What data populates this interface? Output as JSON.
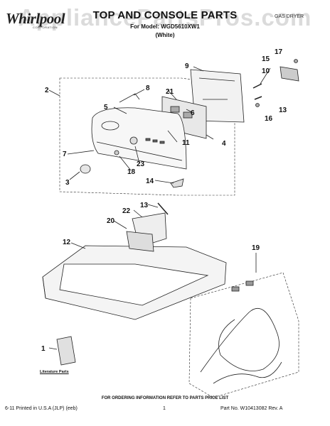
{
  "header": {
    "watermark": "AppliancePartsPros.com",
    "brand": "Whirlpool",
    "brand_sub": "CORPORATION",
    "title": "TOP AND CONSOLE PARTS",
    "model_line": "For Model: WGD5610XW1",
    "color_line": "(White)",
    "product_type": "GAS DRYER"
  },
  "callouts": [
    "1",
    "2",
    "3",
    "4",
    "5",
    "6",
    "7",
    "8",
    "9",
    "10",
    "11",
    "12",
    "13",
    "14",
    "15",
    "16",
    "17",
    "18",
    "19",
    "20",
    "21",
    "22",
    "23"
  ],
  "literature_label": "Literature Parts",
  "footer": {
    "order_note": "FOR ORDERING INFORMATION REFER TO PARTS PRICE LIST",
    "printed": "6-11 Printed in U.S.A (JLP) (eeb)",
    "page": "1",
    "part_no": "Part No. W10413082 Rev. A"
  }
}
